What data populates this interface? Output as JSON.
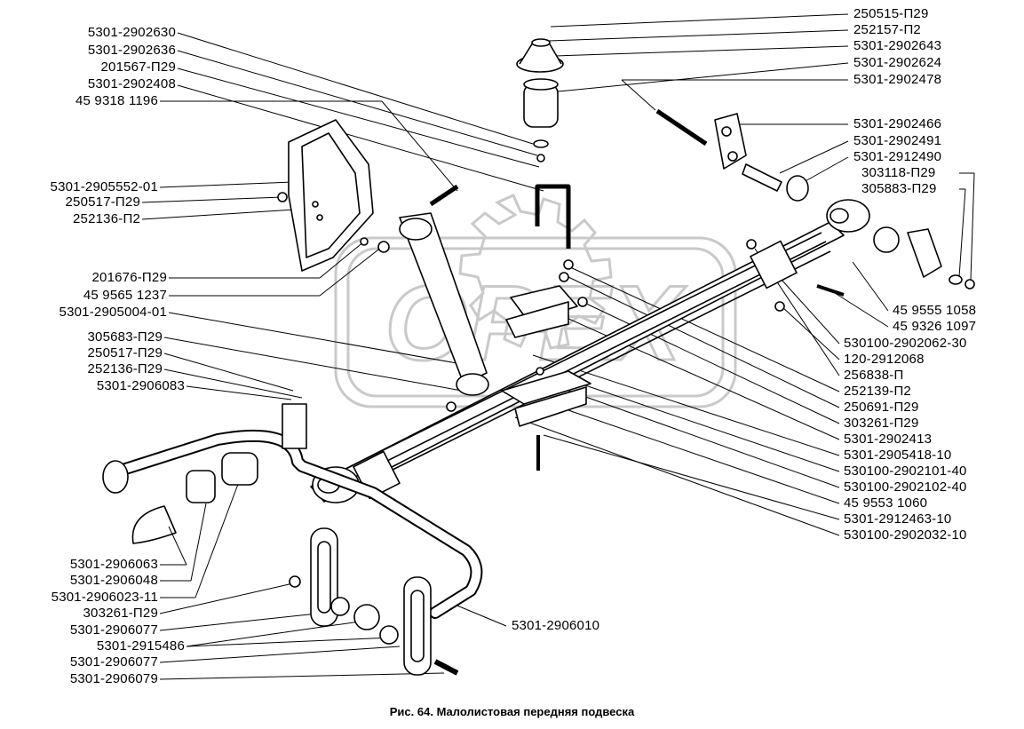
{
  "caption": "Рис. 64. Малолистовая передняя подвеска",
  "watermark": "OPEX",
  "labels": {
    "left": [
      "5301-2902630",
      "5301-2902636",
      "201567-П29",
      "5301-2902408",
      "45 9318 1196",
      "5301-2905552-01",
      "250517-П29",
      "252136-П2",
      "201676-П29",
      "45 9565 1237",
      "5301-2905004-01",
      "305683-П29",
      "250517-П29",
      "252136-П29",
      "5301-2906083",
      "5301-2906063",
      "5301-2906048",
      "5301-2906023-11",
      "303261-П29",
      "5301-2906077",
      "5301-2915486",
      "5301-2906077",
      "5301-2906079"
    ],
    "right": [
      "250515-П29",
      "252157-П2",
      "5301-2902643",
      "5301-2902624",
      "5301-2902478",
      "5301-2902466",
      "5301-2902491",
      "5301-2912490",
      "303118-П29",
      "305883-П29",
      "45 9555 1058",
      "45 9326 1097",
      "530100-2902062-30",
      "120-2912068",
      "256838-П",
      "252139-П2",
      "250691-П29",
      "303261-П29",
      "5301-2902413",
      "5301-2905418-10",
      "530100-2902101-40",
      "530100-2902102-40",
      "45 9553 1060",
      "5301-2912463-10",
      "530100-2902032-10"
    ],
    "bottom_center": "5301-2906010"
  }
}
